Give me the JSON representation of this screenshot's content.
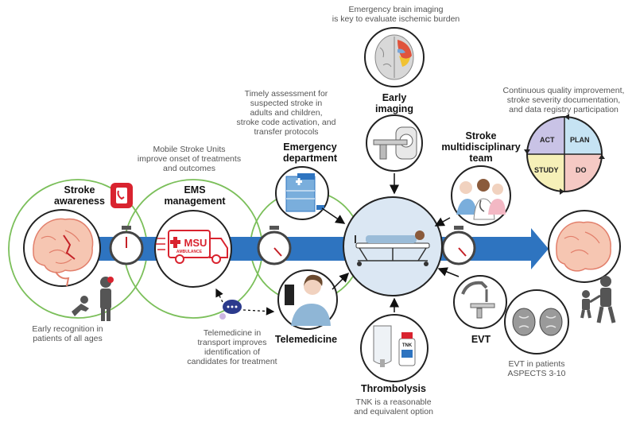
{
  "stages": {
    "awareness": {
      "title_line1": "Stroke",
      "title_line2": "awareness",
      "caption_line1": "Early recognition in",
      "caption_line2": "patients of all ages"
    },
    "ems": {
      "title_line1": "EMS",
      "title_line2": "management",
      "caption_line1": "Mobile Stroke Units",
      "caption_line2": "improve onset of treatments",
      "caption_line3": "and outcomes",
      "msu_label": "MSU",
      "ambulance_label": "AMBULANCE"
    },
    "ed": {
      "title_line1": "Emergency",
      "title_line2": "department",
      "caption_line1": "Timely assessment for",
      "caption_line2": "suspected stroke in",
      "caption_line3": "adults and children,",
      "caption_line4": "stroke code activation, and",
      "caption_line5": "transfer protocols"
    },
    "telemedicine": {
      "title": "Telemedicine",
      "caption_line1": "Telemedicine in",
      "caption_line2": "transport improves",
      "caption_line3": "identification of",
      "caption_line4": "candidates for treatment"
    },
    "imaging": {
      "title_line1": "Early",
      "title_line2": "imaging",
      "caption_line1": "Emergency brain imaging",
      "caption_line2": "is key to evaluate ischemic burden"
    },
    "team": {
      "title_line1": "Stroke",
      "title_line2": "multidisciplinary",
      "title_line3": "team"
    },
    "quality": {
      "caption_line1": "Continuous quality improvement,",
      "caption_line2": "stroke severity documentation,",
      "caption_line3": "and data registry participation",
      "act": "ACT",
      "plan": "PLAN",
      "study": "STUDY",
      "do": "DO"
    },
    "thrombolysis": {
      "title": "Thrombolysis",
      "caption_line1": "TNK is a reasonable",
      "caption_line2": "and equivalent option",
      "vial_label": "TNK"
    },
    "evt": {
      "title": "EVT",
      "caption_line1": "EVT in patients",
      "caption_line2": "ASPECTS 3-10"
    }
  },
  "colors": {
    "arrow": "#2e74c0",
    "ring": "#7bbf5a",
    "hub": "#dbe7f3",
    "act": "#c9c3e6",
    "plan": "#c6e3f3",
    "study": "#f6f0b8",
    "do": "#f5c9c4",
    "alert": "#d9232f"
  }
}
